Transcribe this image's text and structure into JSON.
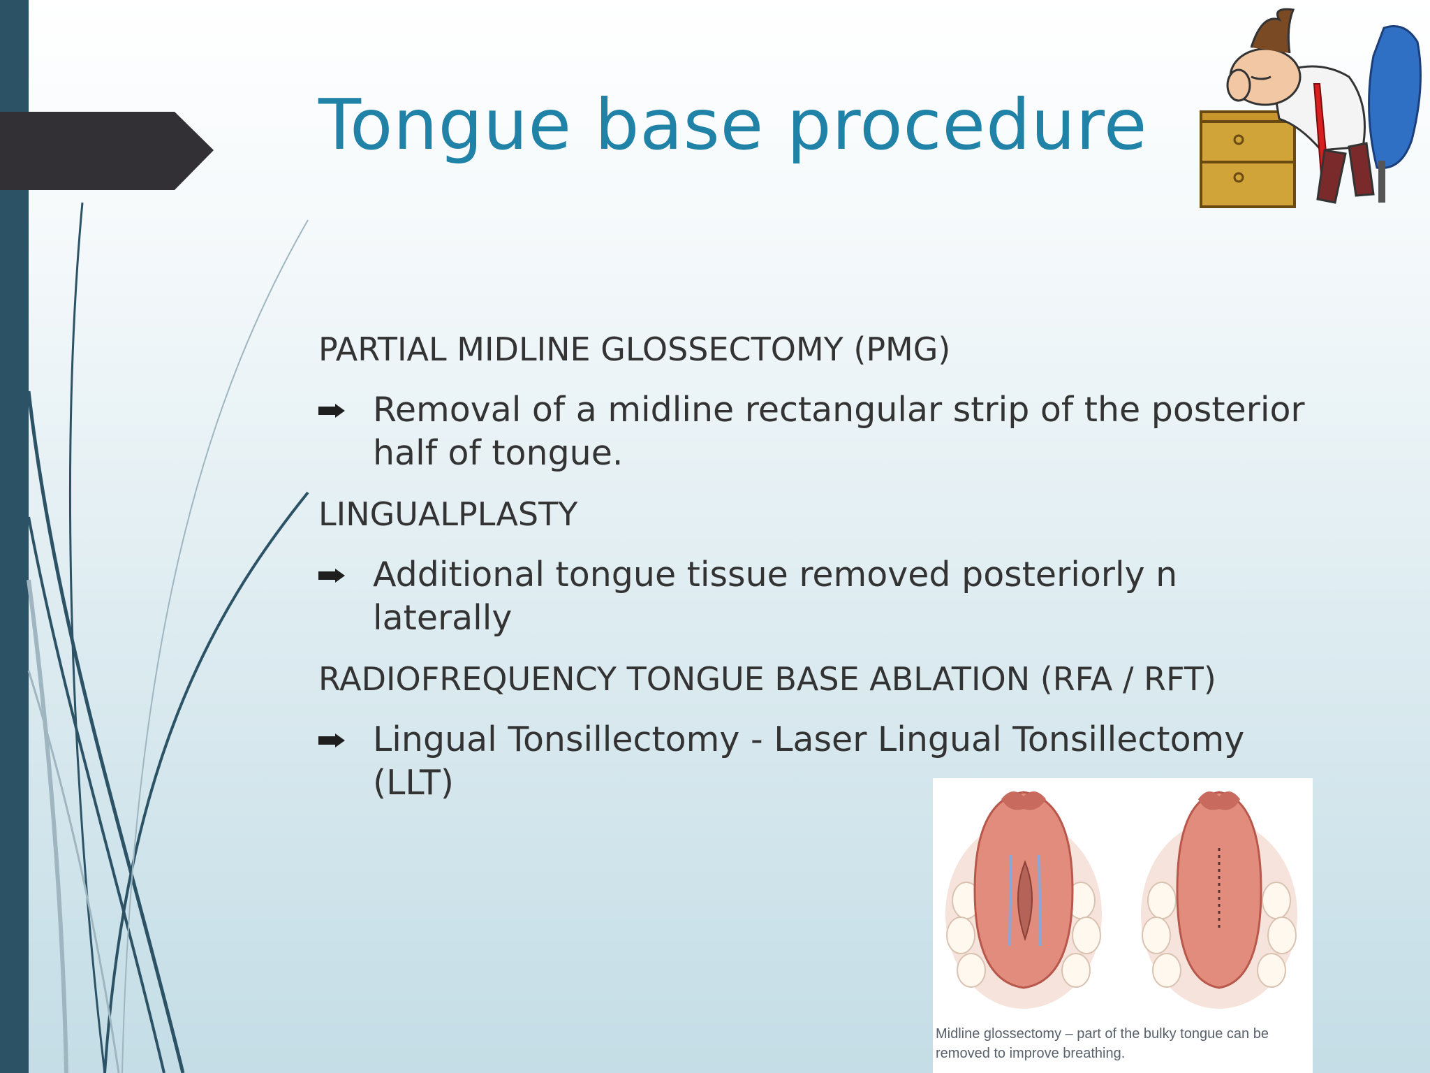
{
  "slide": {
    "title": "Tongue base procedure",
    "items": [
      {
        "type": "heading",
        "text": "PARTIAL MIDLINE GLOSSECTOMY (PMG)"
      },
      {
        "type": "bullet",
        "text": "Removal of a midline rectangular strip of the posterior half of tongue."
      },
      {
        "type": "heading",
        "text": "LINGUALPLASTY"
      },
      {
        "type": "bullet",
        "text": "Additional tongue tissue removed posteriorly n laterally"
      },
      {
        "type": "heading",
        "text": "RADIOFREQUENCY TONGUE BASE ABLATION (RFA / RFT)"
      },
      {
        "type": "bullet",
        "text": "Lingual Tonsillectomy - Laser Lingual Tonsillectomy (LLT)"
      }
    ],
    "figure": {
      "caption": "Midline glossectomy – part of the bulky tongue can be removed to improve breathing."
    }
  },
  "colors": {
    "title": "#1f82a6",
    "body_text": "#333333",
    "left_bar": "#2c5266",
    "title_tab": "#333035"
  },
  "icons": {
    "bullet": "right-arrow-bullet-icon",
    "decoration": "tired-office-worker-cartoon"
  }
}
